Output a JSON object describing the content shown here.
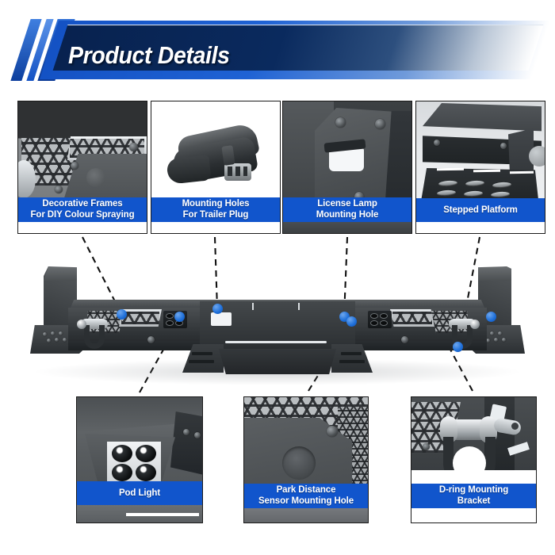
{
  "header": {
    "title": "Product Details",
    "accent_blue": "#1452C4",
    "navy": "#08224f"
  },
  "theme": {
    "caption_bar": "#1155CC",
    "caption_text": "#ffffff",
    "anchor_dot": "#1E6FD9",
    "leader_line": "#111111",
    "box_border": "#1b1b1b"
  },
  "callouts": {
    "top": [
      {
        "id": "decorative-frames",
        "caption_line1": "Decorative Frames",
        "caption_line2": "For DIY Colour Spraying"
      },
      {
        "id": "trailer-plug",
        "caption_line1": "Mounting Holes",
        "caption_line2": "For Trailer Plug"
      },
      {
        "id": "license-lamp",
        "caption_line1": "License Lamp",
        "caption_line2": "Mounting Hole"
      },
      {
        "id": "stepped-platform",
        "caption_line1": "Stepped Platform",
        "caption_line2": ""
      }
    ],
    "bottom": [
      {
        "id": "pod-light",
        "caption_line1": "Pod Light",
        "caption_line2": ""
      },
      {
        "id": "park-sensor",
        "caption_line1": "Park Distance",
        "caption_line2": "Sensor Mounting Hole"
      },
      {
        "id": "d-ring",
        "caption_line1": "D-ring Mounting",
        "caption_line2": "Bracket"
      }
    ]
  },
  "product": {
    "name": "rear-bumper-assembly",
    "anchor_count": 7
  }
}
